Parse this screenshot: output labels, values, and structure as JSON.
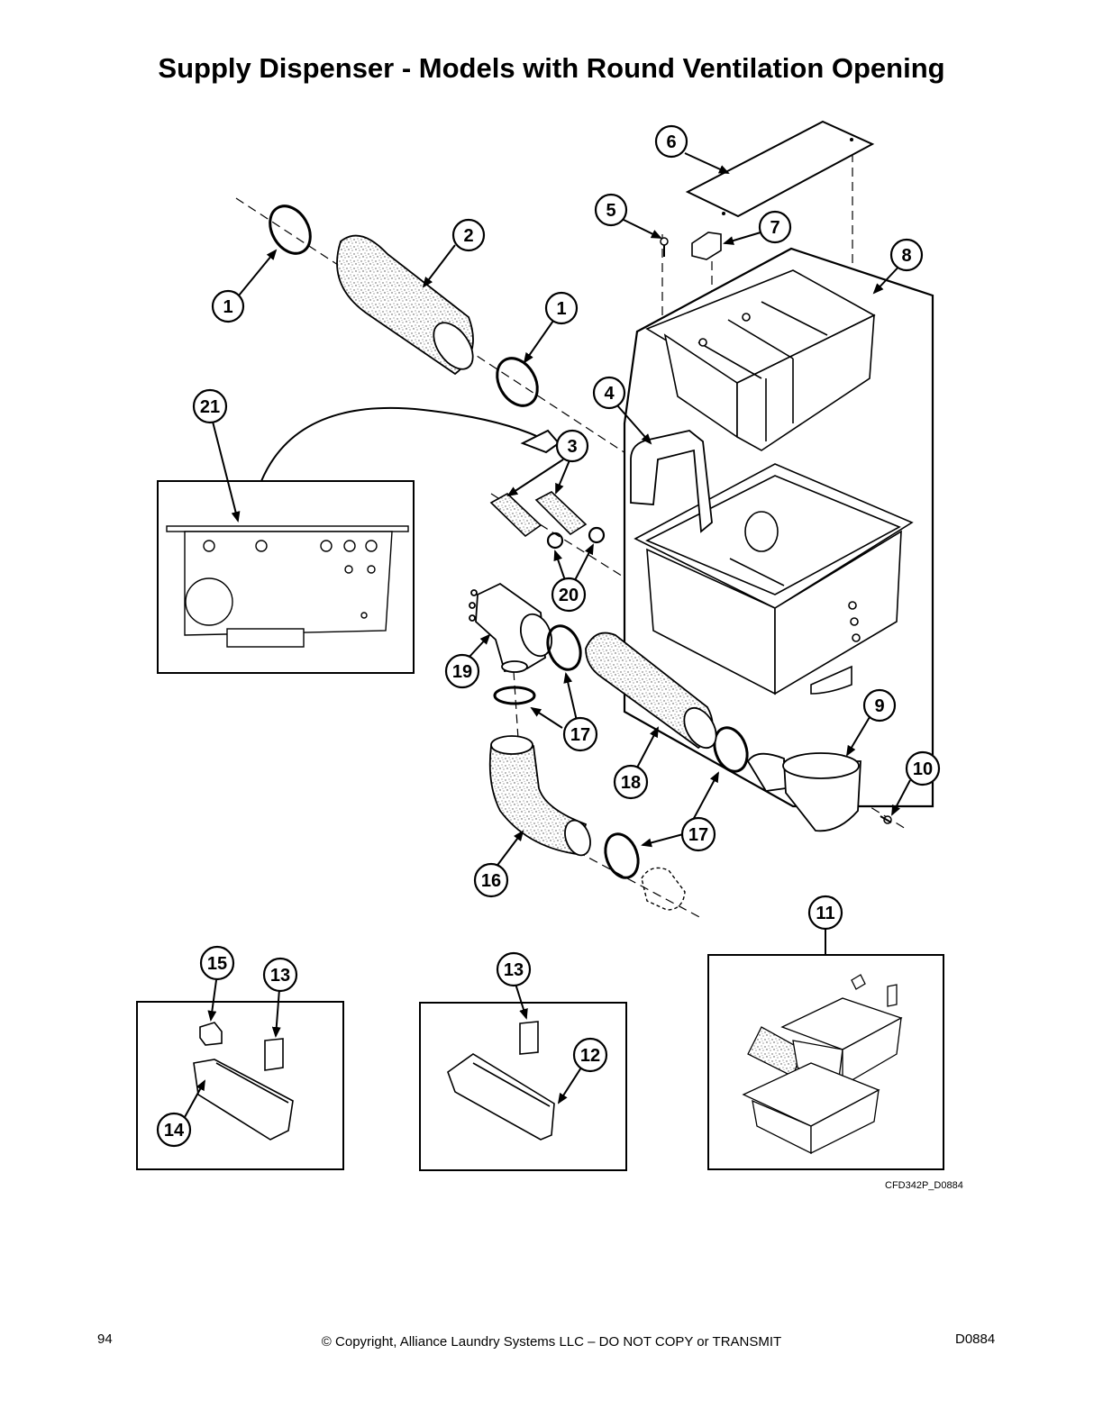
{
  "page": {
    "title": "Supply Dispenser - Models with Round Ventilation Opening",
    "drawing_id": "CFD342P_D0884",
    "footer": {
      "page_number": "94",
      "copyright": "© Copyright, Alliance Laundry Systems LLC – DO NOT COPY or TRANSMIT",
      "doc_code": "D0884"
    }
  },
  "callouts": [
    {
      "id": "c1a",
      "label": "1"
    },
    {
      "id": "c1b",
      "label": "1"
    },
    {
      "id": "c2",
      "label": "2"
    },
    {
      "id": "c3",
      "label": "3"
    },
    {
      "id": "c4",
      "label": "4"
    },
    {
      "id": "c5",
      "label": "5"
    },
    {
      "id": "c6",
      "label": "6"
    },
    {
      "id": "c7",
      "label": "7"
    },
    {
      "id": "c8",
      "label": "8"
    },
    {
      "id": "c9",
      "label": "9"
    },
    {
      "id": "c10",
      "label": "10"
    },
    {
      "id": "c11",
      "label": "11"
    },
    {
      "id": "c12",
      "label": "12"
    },
    {
      "id": "c13a",
      "label": "13"
    },
    {
      "id": "c13b",
      "label": "13"
    },
    {
      "id": "c14",
      "label": "14"
    },
    {
      "id": "c15",
      "label": "15"
    },
    {
      "id": "c16",
      "label": "16"
    },
    {
      "id": "c17a",
      "label": "17"
    },
    {
      "id": "c17b",
      "label": "17"
    },
    {
      "id": "c18",
      "label": "18"
    },
    {
      "id": "c19",
      "label": "19"
    },
    {
      "id": "c20",
      "label": "20"
    },
    {
      "id": "c21",
      "label": "21"
    }
  ]
}
